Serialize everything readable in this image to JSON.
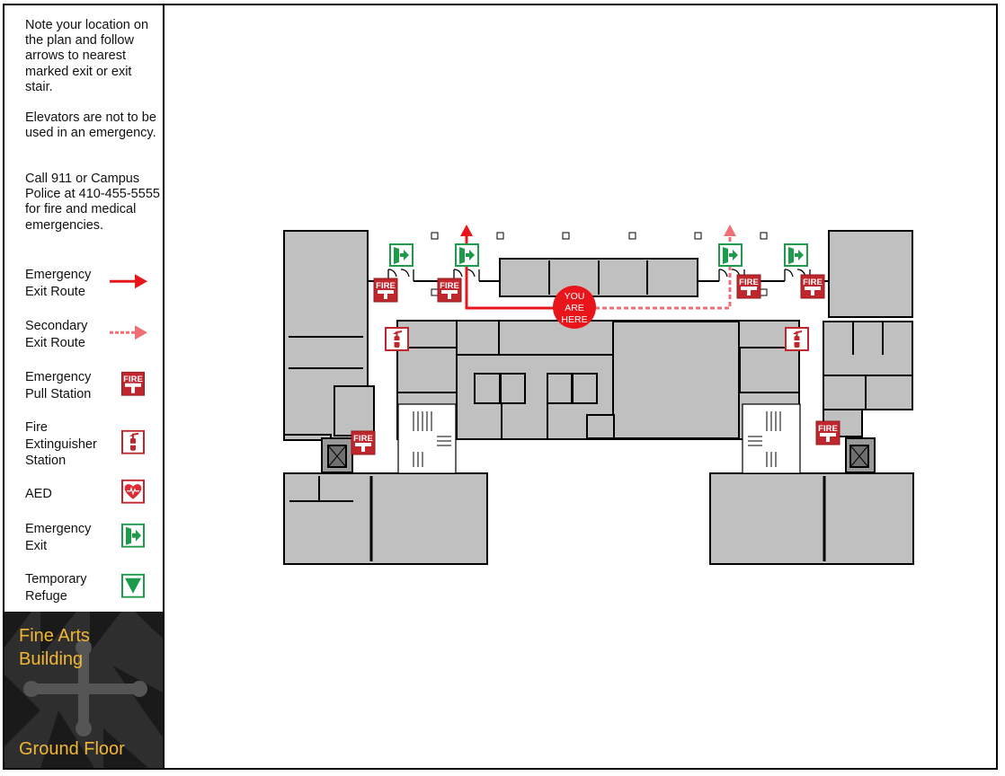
{
  "instructions": {
    "location": "Note your location on the plan and follow arrows to nearest marked exit or exit stair.",
    "elevators": "Elevators are not to be used in an emergency.",
    "call": "Call 911 or Campus Police at 410-455-5555 for fire and medical emergencies."
  },
  "legend": [
    {
      "label": "Emergency Exit Route",
      "icon": "solid-red-arrow-icon"
    },
    {
      "label": "Secondary Exit Route",
      "icon": "dashed-red-arrow-icon"
    },
    {
      "label": "Emergency Pull Station",
      "icon": "fire-pull-station-icon"
    },
    {
      "label": "Fire Extinguisher Station",
      "icon": "fire-extinguisher-icon"
    },
    {
      "label": "AED",
      "icon": "aed-heart-icon"
    },
    {
      "label": "Emergency Exit",
      "icon": "emergency-exit-icon"
    },
    {
      "label": "Temporary Refuge",
      "icon": "temporary-refuge-icon"
    }
  ],
  "building": {
    "name": "Fine Arts Building",
    "floor": "Ground Floor"
  },
  "map": {
    "you_are_here": [
      "YOU",
      "ARE",
      "HERE"
    ],
    "fire_label": "FIRE",
    "colors": {
      "primary_route": "#e8151b",
      "secondary_route": "#ee6f74",
      "fire_red": "#c0272d",
      "exit_green": "#1e9a4b",
      "room_gray": "#c0c0c0",
      "brand_gold": "#f2b632"
    }
  }
}
